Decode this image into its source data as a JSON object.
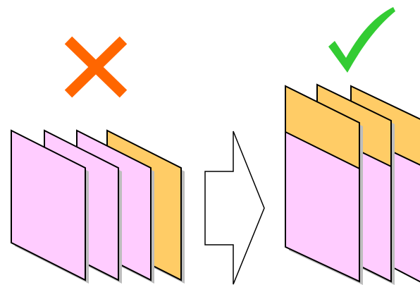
{
  "colors": {
    "background": "#ffffff",
    "page_pink": "#ffccff",
    "page_orange": "#ffcc66",
    "shadow": "#bdbdbd",
    "outline": "#000000",
    "cross_mark": "#ff6600",
    "check_mark": "#33cc33",
    "arrow_fill": "#ffffff"
  },
  "panels": {
    "left": {
      "marker_icon": "cross-icon",
      "pages": [
        "pink",
        "pink",
        "pink",
        "orange"
      ]
    },
    "right": {
      "marker_icon": "check-icon",
      "pages": [
        "orange-top-pink-bottom",
        "orange-top-pink-bottom",
        "orange-top-pink-bottom"
      ]
    }
  },
  "connector": {
    "icon": "right-arrow-icon"
  }
}
